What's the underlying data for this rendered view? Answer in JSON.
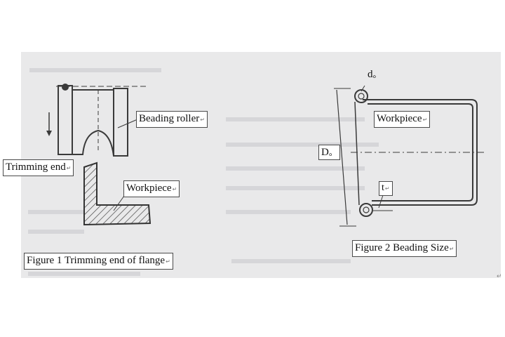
{
  "header_fragment": "",
  "labels": {
    "beading_roller": "Beading roller",
    "trimming_end": "Trimming end",
    "workpiece_left": "Workpiece",
    "figure1_caption": "Figure 1 Trimming end of flange",
    "d_small": "d",
    "D_large": "D",
    "workpiece_right": "Workpiece",
    "t_thickness": "t",
    "figure2_caption": "Figure 2 Beading Size"
  },
  "marks": {
    "circle": "。",
    "return": "↵",
    "para": "↵"
  },
  "colors": {
    "background": "#ffffff",
    "scan": "#e9e9ea",
    "line": "#3a3a3a",
    "label_border": "#4a4a4a"
  }
}
